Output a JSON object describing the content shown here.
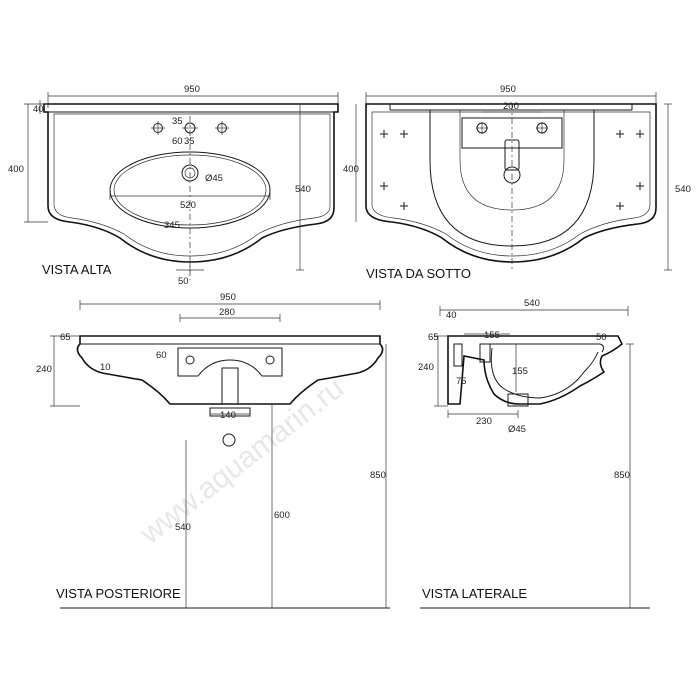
{
  "watermark": "www.aquamarin.ru",
  "views": {
    "top": {
      "title": "VISTA ALTA",
      "dims": [
        "950",
        "40",
        "400",
        "35",
        "60",
        "35",
        "Ø45",
        "520",
        "345",
        "540",
        "50"
      ]
    },
    "bottom": {
      "title": "VISTA DA SOTTO",
      "dims": [
        "950",
        "200",
        "400",
        "540"
      ]
    },
    "rear": {
      "title": "VISTA POSTERIORE",
      "dims": [
        "950",
        "280",
        "65",
        "240",
        "10",
        "60",
        "140",
        "540",
        "600",
        "850"
      ]
    },
    "side": {
      "title": "VISTA LATERALE",
      "dims": [
        "540",
        "40",
        "155",
        "65",
        "240",
        "155",
        "75",
        "230",
        "Ø45",
        "50",
        "850"
      ]
    }
  }
}
